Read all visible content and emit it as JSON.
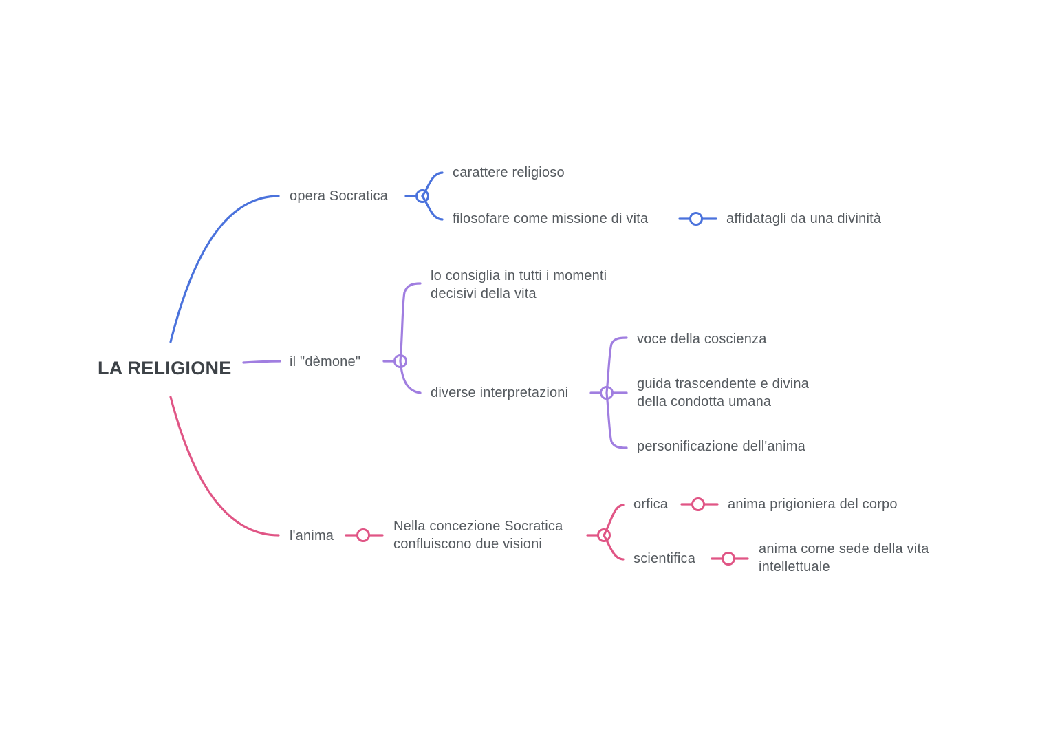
{
  "colors": {
    "blue": "#4a72dc",
    "purple": "#a07ee0",
    "pink": "#e05585",
    "text": "#555a5f",
    "root_text": "#3d4247"
  },
  "root": {
    "label": "LA RELIGIONE"
  },
  "branches": {
    "opera": {
      "label": "opera Socratica",
      "children": {
        "carattere": "carattere religioso",
        "filosofare": "filosofare come missione di vita",
        "affidatagli": "affidatagli da una divinità"
      }
    },
    "demone": {
      "label": "il \"dèmone\"",
      "children": {
        "consiglia": [
          "lo consiglia in tutti i momenti",
          "decisivi della vita"
        ],
        "interpretazioni": "diverse interpretazioni",
        "voce": "voce della coscienza",
        "guida": [
          "guida trascendente e divina",
          "della condotta umana"
        ],
        "personificazione": "personificazione dell'anima"
      }
    },
    "anima": {
      "label": "l'anima",
      "children": {
        "concezione": [
          "Nella concezione Socratica",
          "confluiscono due visioni"
        ],
        "orfica": "orfica",
        "prigioniera": "anima prigioniera del corpo",
        "scientifica": "scientifica",
        "sede": [
          "anima come sede della vita",
          "intellettuale"
        ]
      }
    }
  }
}
